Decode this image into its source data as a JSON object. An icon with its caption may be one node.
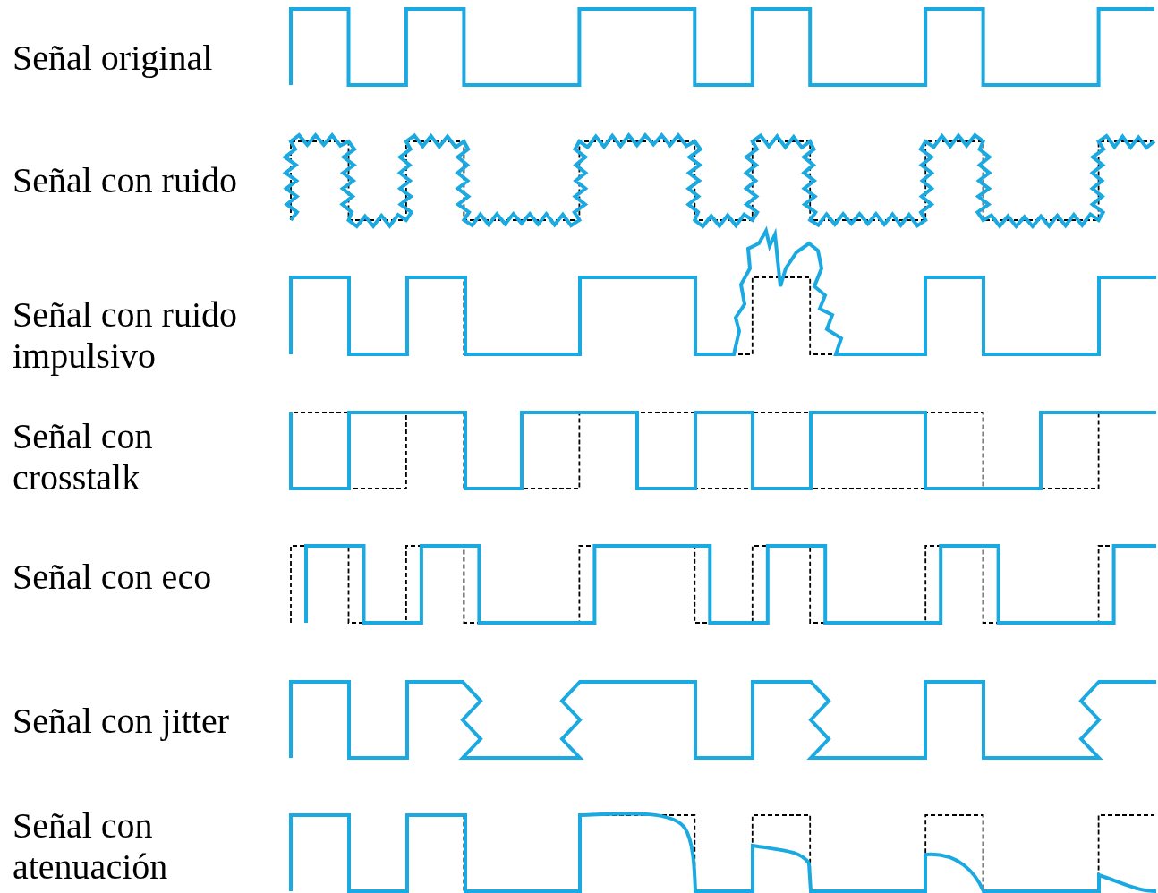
{
  "diagram": {
    "labels": [
      "Señal original",
      "Señal con ruido",
      "Señal con ruido impulsivo",
      "Señal con crosstalk",
      "Señal con eco",
      "Señal con jitter",
      "Señal con atenuación"
    ]
  }
}
